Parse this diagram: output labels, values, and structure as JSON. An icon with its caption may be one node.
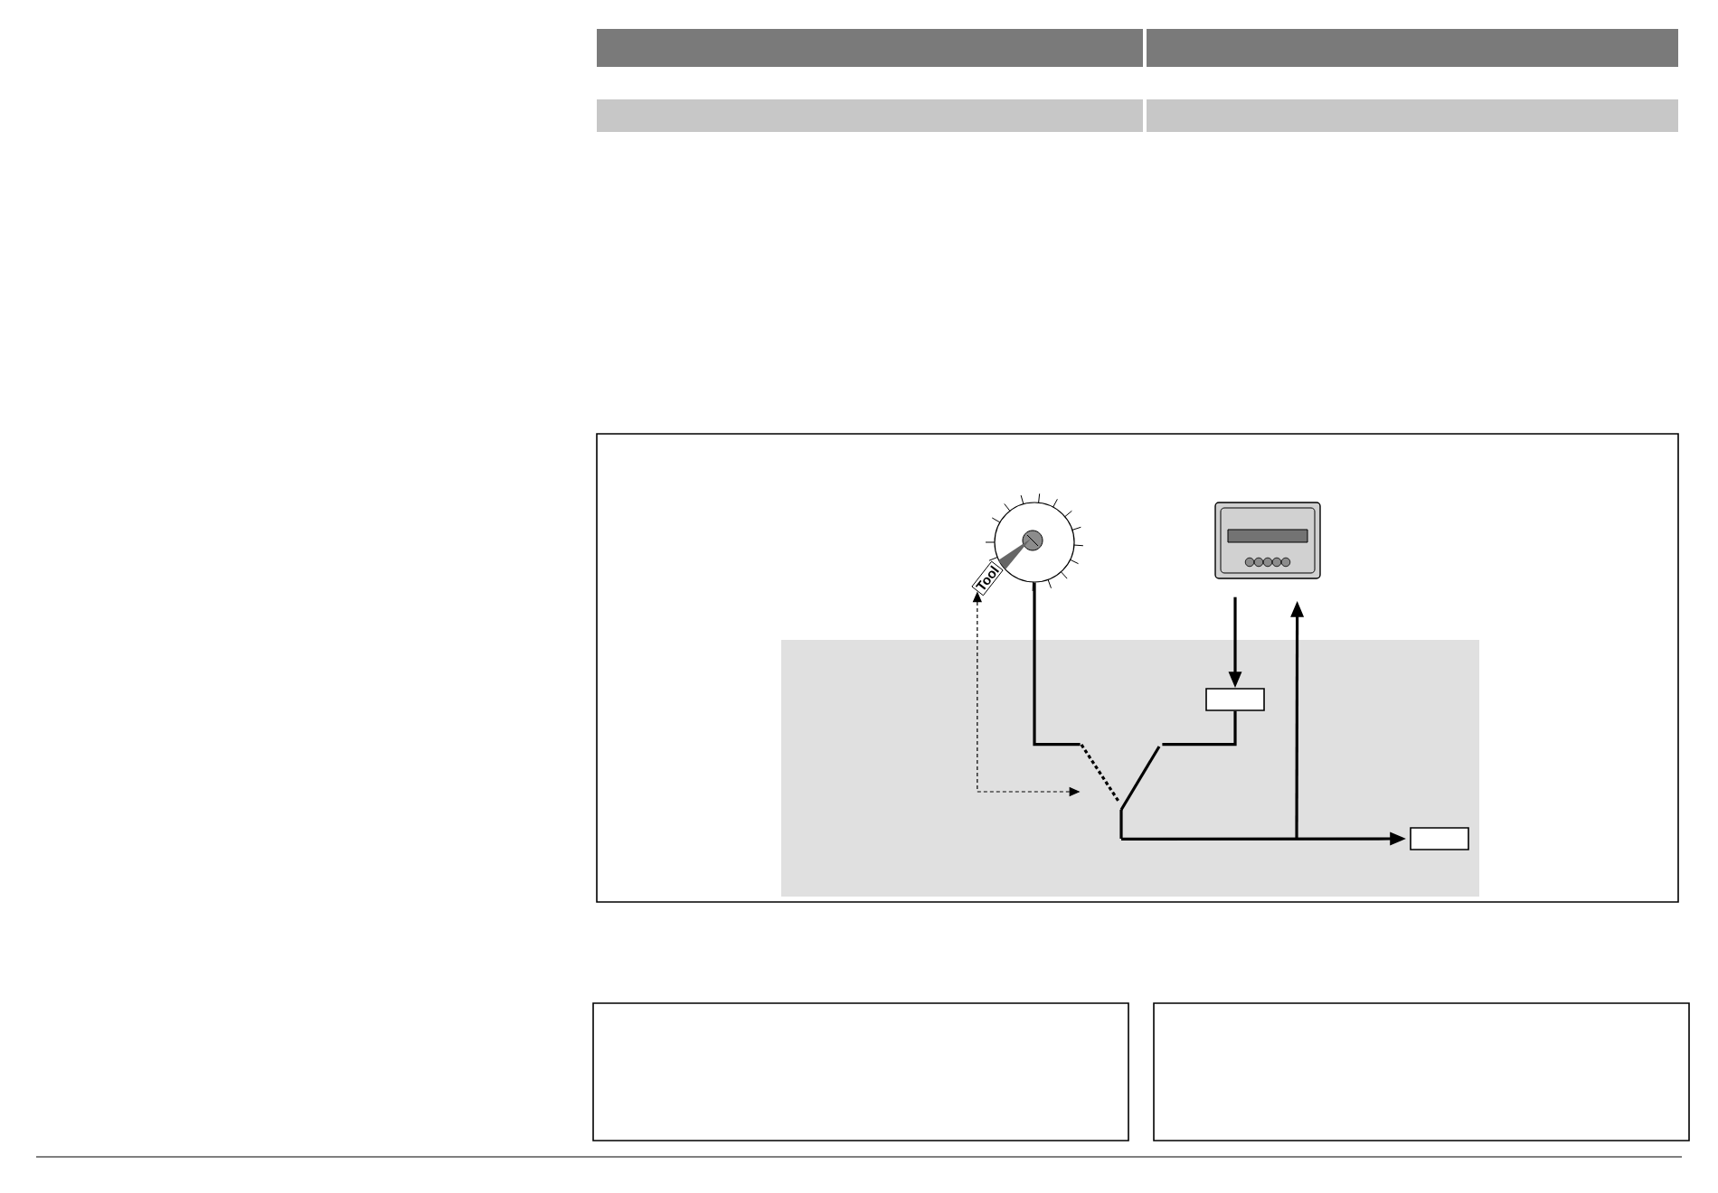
{
  "diagram": {
    "nodes": [
      {
        "text": [],
        "shape": "box"
      },
      {
        "text": [],
        "shape": "picture",
        "in": 0
      },
      {
        "text": [
          "Tool"
        ],
        "in": 0
      },
      {
        "text": [],
        "shape": "picture",
        "in": 0
      },
      {
        "text": [],
        "shape": "box",
        "in": 0
      },
      {
        "text": [],
        "shape": "box",
        "in": 4
      },
      {
        "text": [],
        "shape": "switch",
        "in": 4
      },
      {
        "text": [],
        "shape": "box",
        "in": 4
      },
      {
        "text": [],
        "shape": "box"
      },
      {
        "text": [],
        "shape": "box"
      }
    ],
    "edges": [
      {
        "from": 3,
        "to": 5,
        "arrow": "to"
      },
      {
        "from": 1,
        "to": 6,
        "arrow": "none"
      },
      {
        "from": 5,
        "to": 6,
        "arrow": "none"
      },
      {
        "from": 6,
        "to": 7,
        "arrow": "to"
      },
      {
        "from": null,
        "to": 3,
        "arrow": "to"
      },
      {
        "from": 2,
        "to": 6,
        "arrow": "both",
        "style": "dashed"
      }
    ]
  }
}
